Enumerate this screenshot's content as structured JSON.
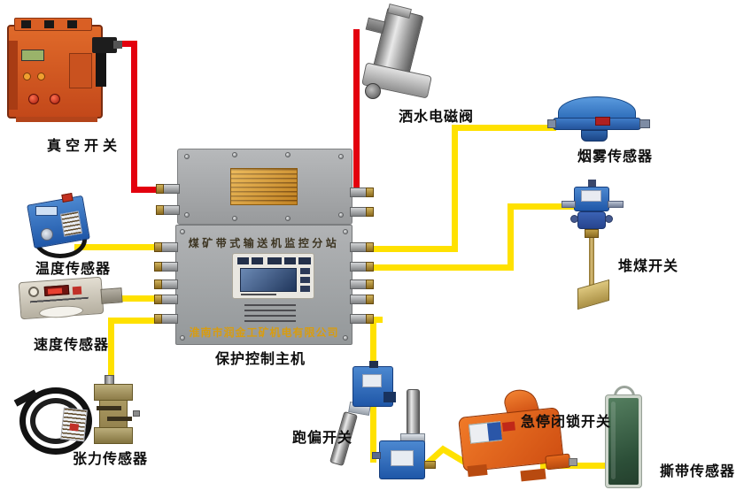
{
  "devices": {
    "vacuum_switch": {
      "label": "真空开关"
    },
    "spray_valve": {
      "label": "洒水电磁阀"
    },
    "smoke_sensor": {
      "label": "烟雾传感器"
    },
    "coal_pile_switch": {
      "label": "堆煤开关"
    },
    "temperature_sensor": {
      "label": "温度传感器"
    },
    "speed_sensor": {
      "label": "速度传感器"
    },
    "tension_sensor": {
      "label": "张力传感器"
    },
    "deviation_switch": {
      "label": "跑偏开关"
    },
    "emergency_stop_switch": {
      "label": "急停闭锁开关"
    },
    "belt_tear_sensor": {
      "label": "撕带传感器"
    },
    "main_controller": {
      "label": "保护控制主机",
      "faceplate_title": "煤矿带式输送机监控分站",
      "company": "淮南市润金工矿机电有限公司"
    }
  },
  "colors": {
    "power_wire_red": "#e3000e",
    "signal_wire_yellow": "#ffe100",
    "background": "#ffffff"
  },
  "connections": [
    {
      "from": "真空开关",
      "to": "保护控制主机",
      "wire": "red"
    },
    {
      "from": "洒水电磁阀",
      "to": "保护控制主机",
      "wire": "red"
    },
    {
      "from": "温度传感器",
      "to": "保护控制主机",
      "wire": "yellow"
    },
    {
      "from": "速度传感器",
      "to": "保护控制主机",
      "wire": "yellow"
    },
    {
      "from": "张力传感器",
      "to": "保护控制主机",
      "wire": "yellow"
    },
    {
      "from": "保护控制主机",
      "to": "烟雾传感器",
      "wire": "yellow"
    },
    {
      "from": "保护控制主机",
      "to": "堆煤开关",
      "wire": "yellow"
    },
    {
      "from": "保护控制主机",
      "to": "跑偏开关",
      "wire": "yellow"
    },
    {
      "from": "跑偏开关",
      "to": "急停闭锁开关",
      "wire": "yellow"
    },
    {
      "from": "急停闭锁开关",
      "to": "撕带传感器",
      "wire": "yellow"
    }
  ]
}
